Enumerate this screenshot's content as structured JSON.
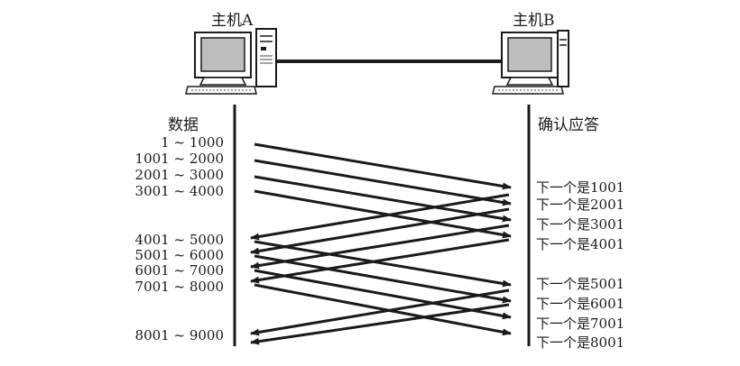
{
  "hosts": {
    "a": {
      "label": "主机A"
    },
    "b": {
      "label": "主机B"
    }
  },
  "columns": {
    "sender_heading": "数据",
    "receiver_heading": "确认应答"
  },
  "data_segments": [
    "1 ~ 1000",
    "1001 ~ 2000",
    "2001 ~ 3000",
    "3001 ~ 4000",
    "4001 ~ 5000",
    "5001 ~ 6000",
    "6001 ~ 7000",
    "7001 ~ 8000",
    "8001 ~ 9000"
  ],
  "acks": [
    "下一个是1001",
    "下一个是2001",
    "下一个是3001",
    "下一个是4001",
    "下一个是5001",
    "下一个是6001",
    "下一个是7001",
    "下一个是8001"
  ],
  "colors": {
    "ink": "#1a1a1a",
    "screen": "#bdbdbd"
  }
}
